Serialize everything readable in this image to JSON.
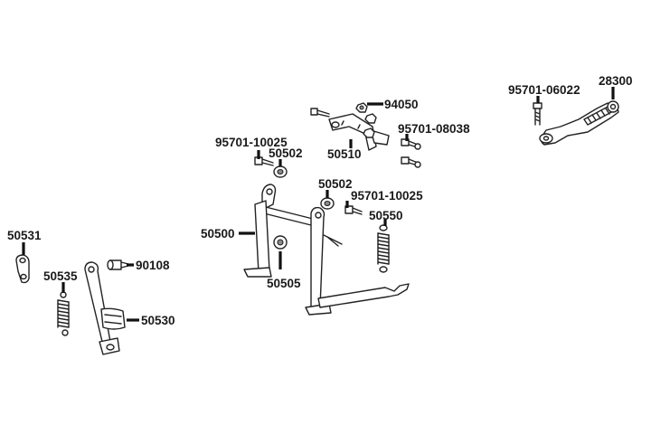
{
  "labels": {
    "p28300": "28300",
    "p95701_06022": "95701-06022",
    "p94050": "94050",
    "p50510": "50510",
    "p95701_08038": "95701-08038",
    "p95701_10025_a": "95701-10025",
    "p50502_a": "50502",
    "p50502_b": "50502",
    "p95701_10025_b": "95701-10025",
    "p50550": "50550",
    "p50500": "50500",
    "p50505": "50505",
    "p50531": "50531",
    "p90108": "90108",
    "p50535": "50535",
    "p50530": "50530"
  }
}
